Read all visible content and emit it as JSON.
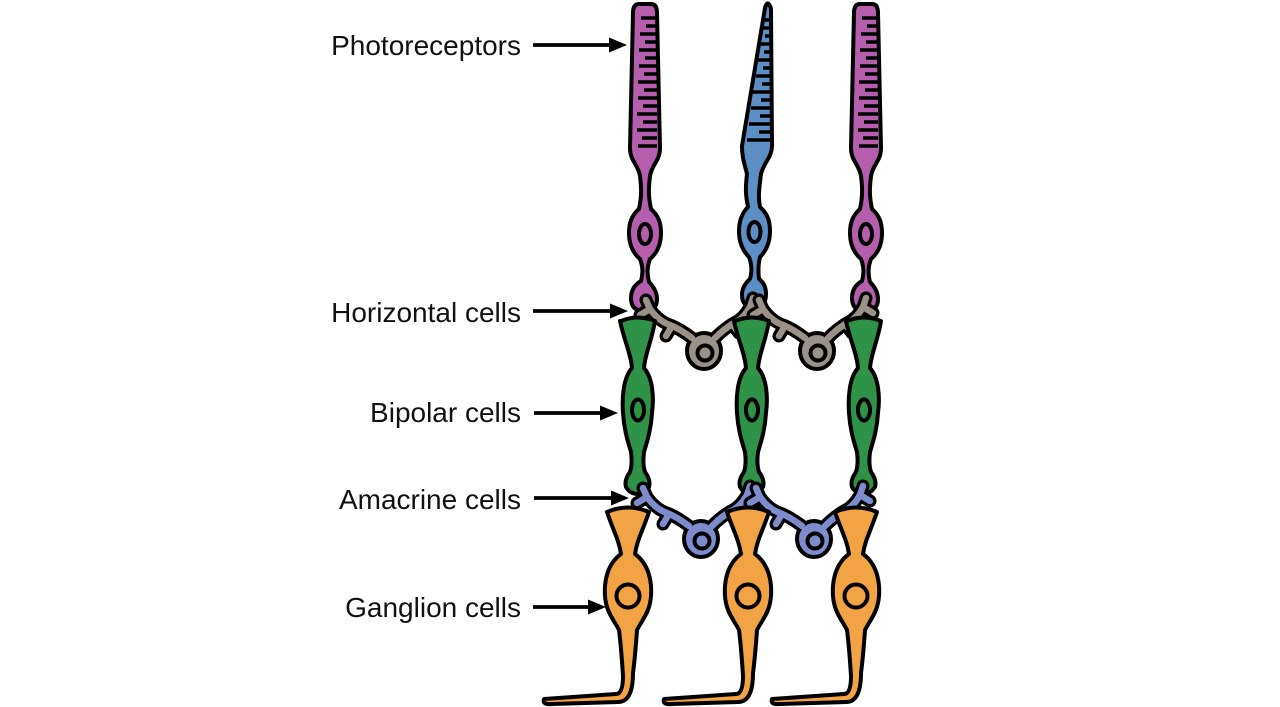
{
  "figure": {
    "type": "retina-neuron-layers-diagram",
    "background": "#ffffff",
    "labels": {
      "photoreceptors": "Photoreceptors",
      "horizontal": "Horizontal cells",
      "bipolar": "Bipolar cells",
      "amacrine": "Amacrine cells",
      "ganglion": "Ganglion cells"
    },
    "colors": {
      "rod": "#b45ead",
      "cone": "#5e8fc4",
      "horizontal_cell": "#9a9189",
      "bipolar_cell": "#2f9347",
      "amacrine_cell": "#7e8ccd",
      "ganglion_cell": "#f2a444",
      "outline": "#000000",
      "text": "#111111",
      "arrow": "#000000"
    },
    "cells": {
      "photoreceptor_count": 3,
      "photoreceptor_types": [
        "rod",
        "cone",
        "rod"
      ],
      "horizontal_count": 2,
      "bipolar_count": 3,
      "amacrine_count": 2,
      "ganglion_count": 3
    }
  }
}
